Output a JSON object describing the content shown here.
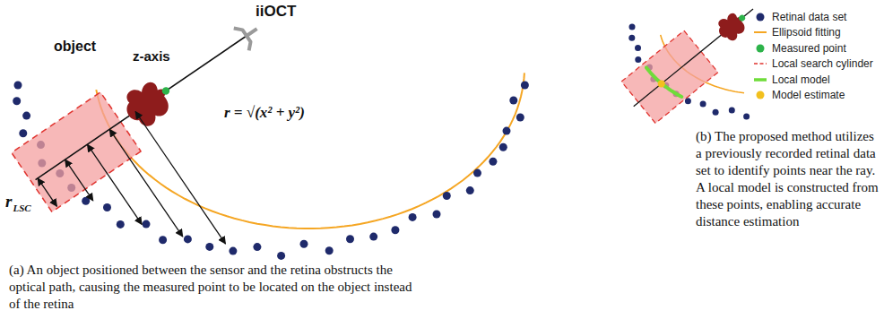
{
  "diagram": {
    "labels": [
      "iiOCT",
      "object",
      "z-axis",
      "r = √(x² + y²)",
      "r",
      "LSC",
      "(a) An object positioned between the sensor and the retina obstructs the optical path, causing the measured point to be located on the object instead of the retina",
      "(b) The proposed method utilizes a previously recorded retinal data set to identify points near the ray. A local model is constructed from these points, enabling accurate distance estimation"
    ],
    "legend": [
      {
        "text": "Retinal data set",
        "color": "#1f2a6b"
      },
      {
        "text": "Ellipsoid fitting"
      },
      {
        "text": "Measured point",
        "color": "#2db34a"
      },
      {
        "text": "Local search cylinder"
      },
      {
        "text": "Local model"
      },
      {
        "text": "Model estimate",
        "color": "#f2c01e"
      }
    ]
  }
}
